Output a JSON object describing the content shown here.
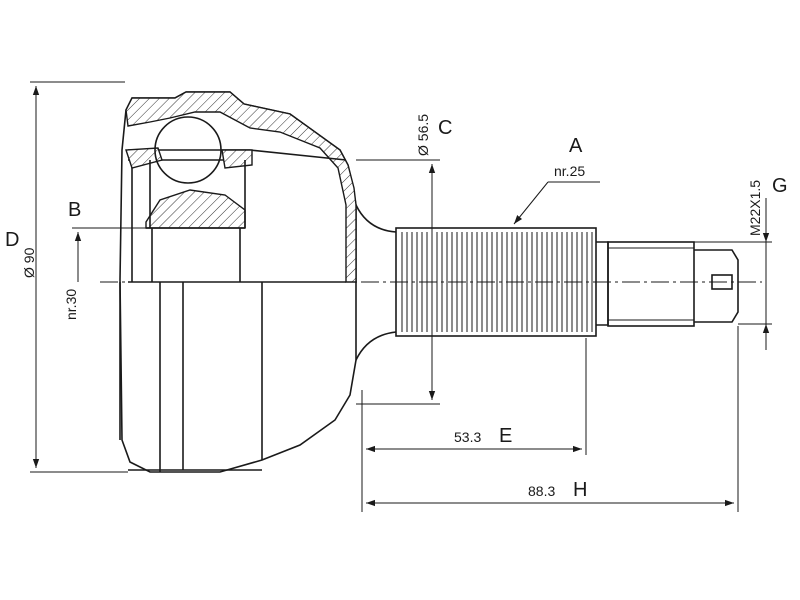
{
  "labels": {
    "A": "A",
    "B": "B",
    "C": "C",
    "D": "D",
    "E": "E",
    "G": "G",
    "H": "H"
  },
  "values": {
    "spline_outer": "nr.25",
    "spline_inner": "nr.30",
    "outer_diameter": "Ø 90",
    "seal_diameter": "Ø 56.5",
    "thread": "M22X1.5",
    "length_e": "53.3",
    "length_h": "88.3"
  },
  "colors": {
    "line": "#1a1a1a",
    "background": "#ffffff"
  }
}
